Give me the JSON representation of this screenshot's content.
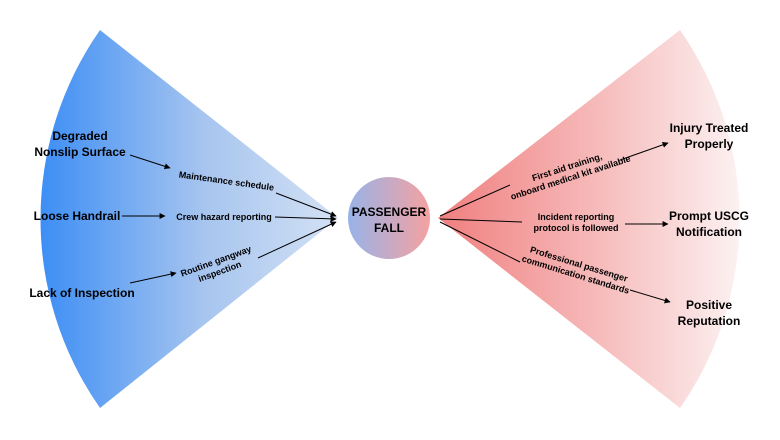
{
  "center": {
    "line1": "PASSENGER",
    "line2": "FALL"
  },
  "threats": [
    {
      "line1": "Degraded",
      "line2": "Nonslip Surface"
    },
    {
      "line1": "Loose Handrail"
    },
    {
      "line1": "Lack of Inspection"
    }
  ],
  "preventive_barriers": [
    {
      "line1": "Maintenance schedule"
    },
    {
      "line1": "Crew hazard reporting"
    },
    {
      "line1": "Routine gangway",
      "line2": "inspection"
    }
  ],
  "mitigating_barriers": [
    {
      "line1": "First aid training,",
      "line2": "onboard medical kit available"
    },
    {
      "line1": "Incident reporting",
      "line2": "protocol is followed"
    },
    {
      "line1": "Professional passenger",
      "line2": "communication standards"
    }
  ],
  "consequences": [
    {
      "line1": "Injury Treated",
      "line2": "Properly"
    },
    {
      "line1": "Prompt USCG",
      "line2": "Notification"
    },
    {
      "line1": "Positive",
      "line2": "Reputation"
    }
  ],
  "colors": {
    "left_fan_edge": "#3d8ef5",
    "left_fan_center": "#c8daf2",
    "right_fan_edge": "#fbeeee",
    "right_fan_center": "#f28b8b",
    "circle_left": "#9bb1e6",
    "circle_right": "#f4a3a3"
  }
}
